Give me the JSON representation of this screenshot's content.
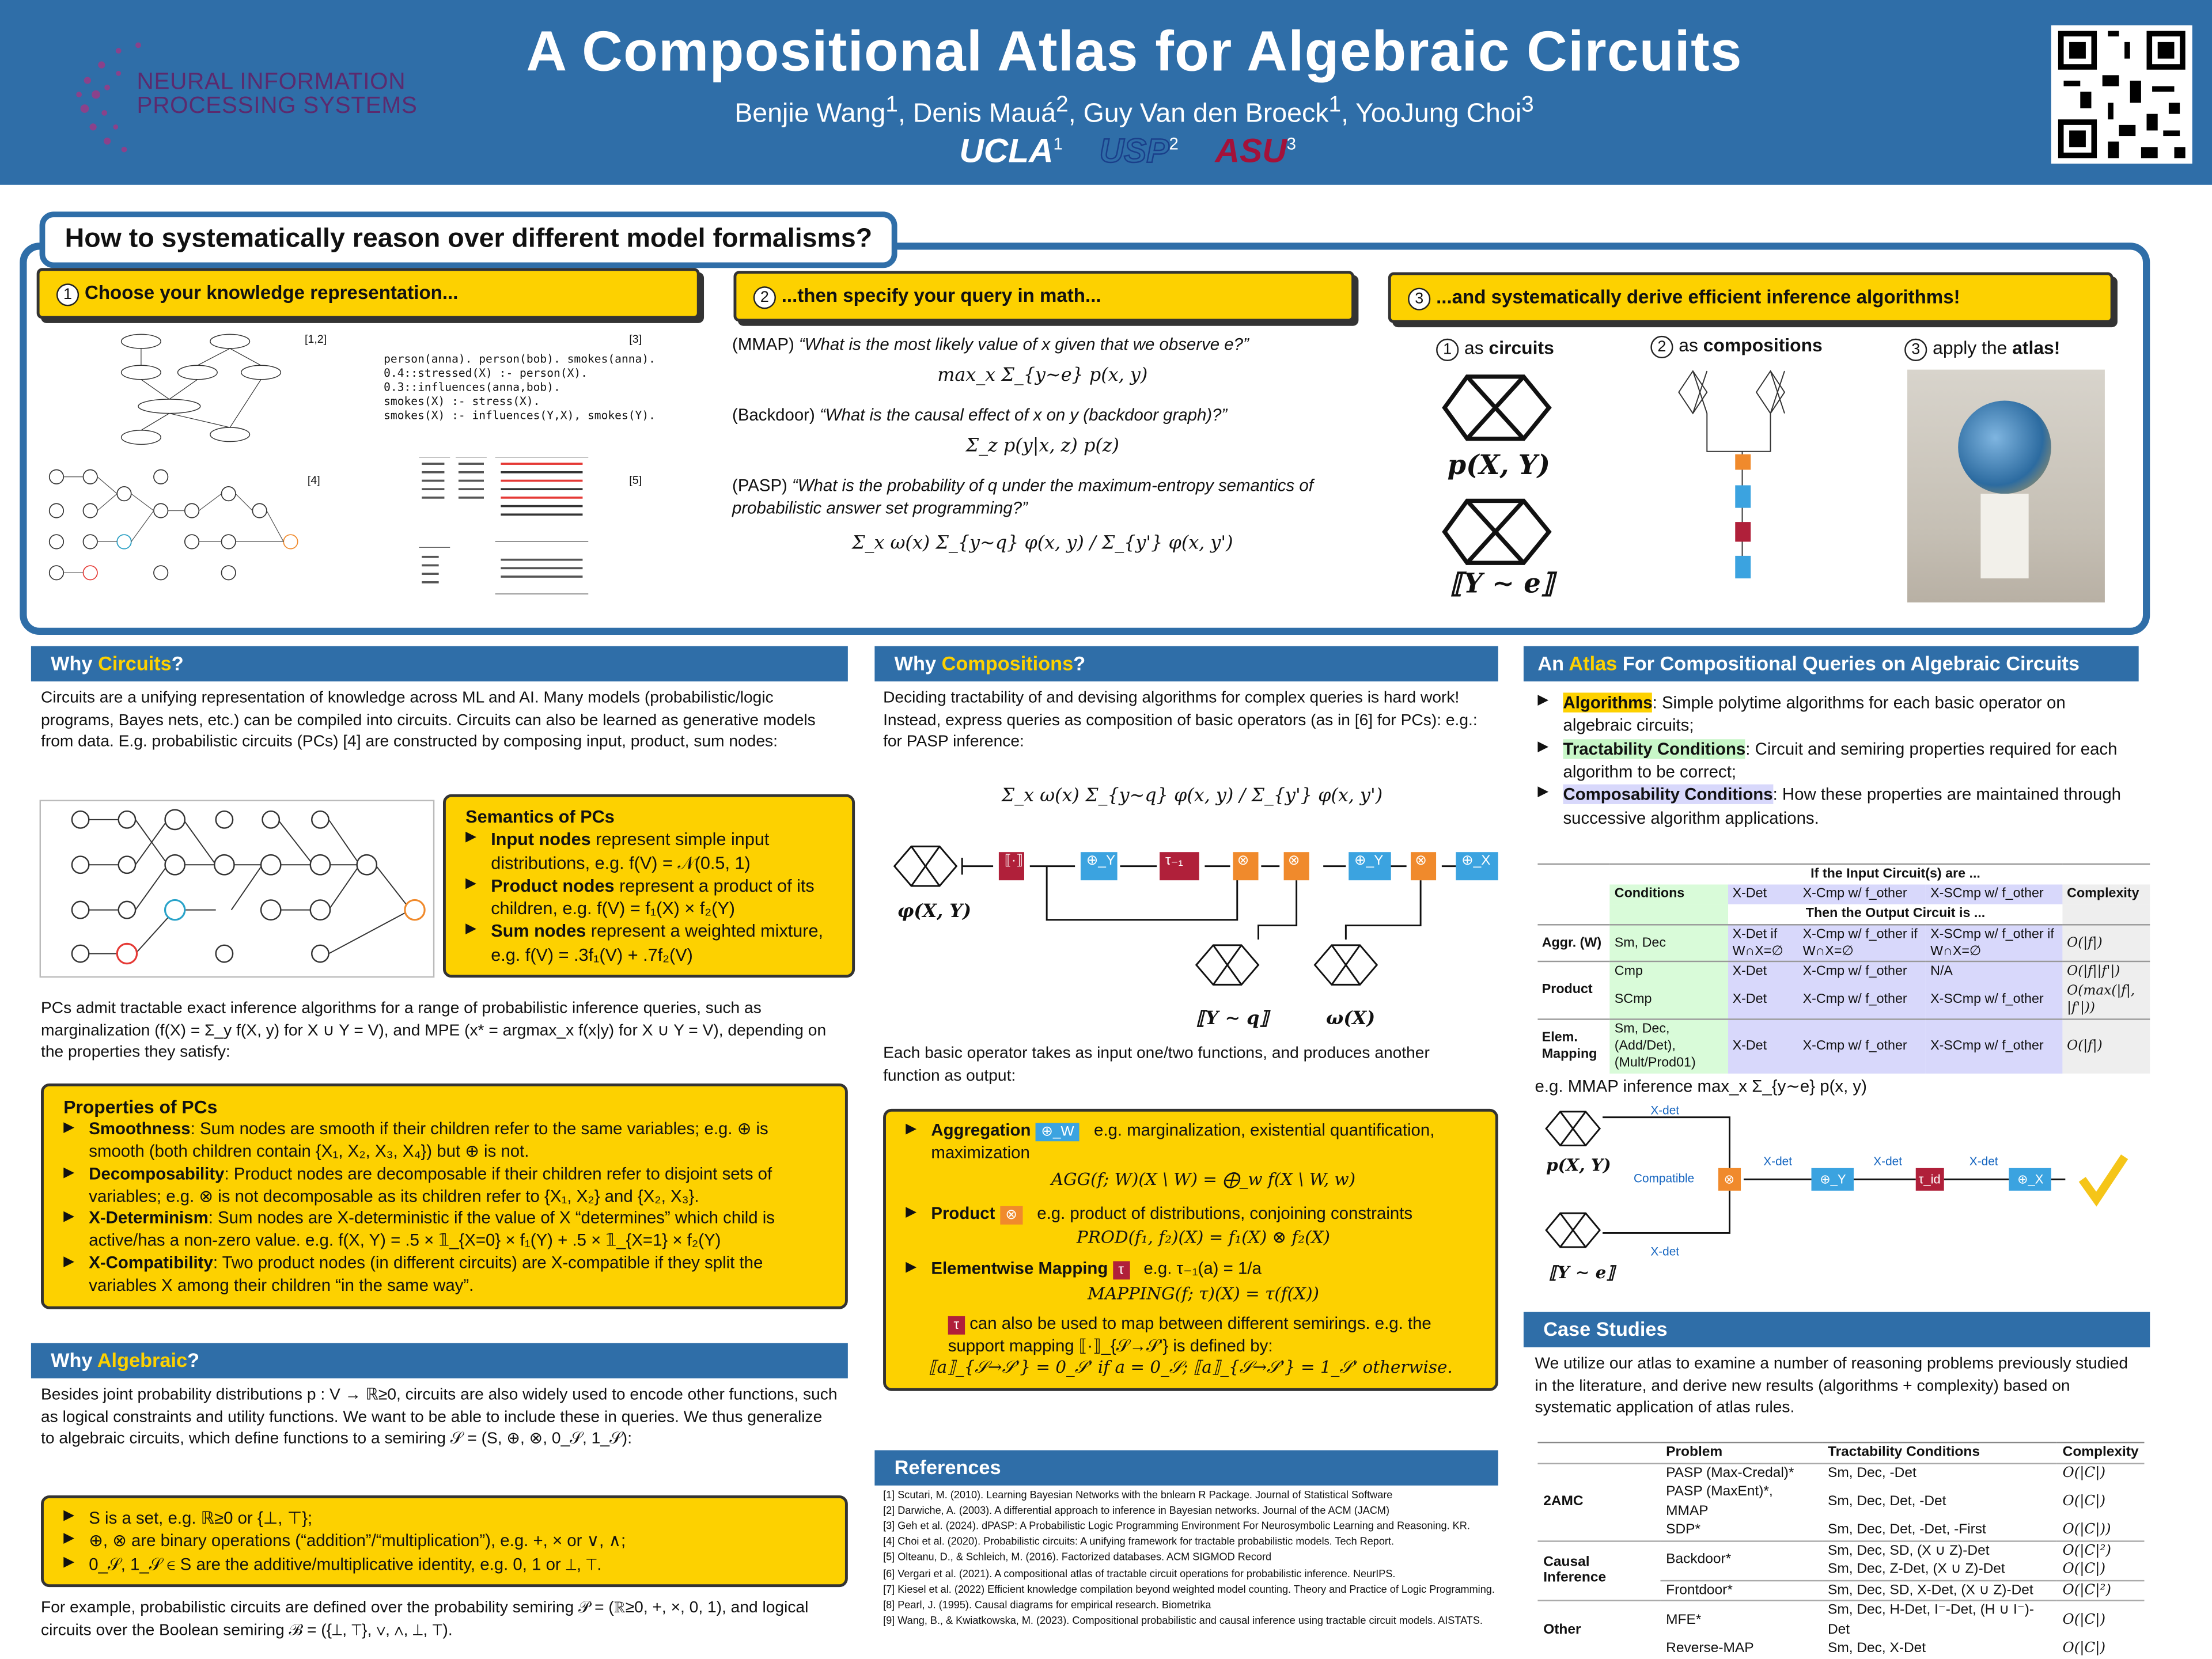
{
  "header": {
    "title": "A Compositional Atlas for Algebraic Circuits",
    "authors": [
      {
        "name": "Benjie Wang",
        "aff": "1"
      },
      {
        "name": "Denis Mauá",
        "aff": "2"
      },
      {
        "name": "Guy Van den Broeck",
        "aff": "1"
      },
      {
        "name": "YooJung Choi",
        "aff": "3"
      }
    ],
    "affiliations": [
      {
        "name": "UCLA",
        "num": "1"
      },
      {
        "name": "USP",
        "num": "2"
      },
      {
        "name": "ASU",
        "num": "3"
      }
    ],
    "conference_logo": "NEURAL INFORMATION PROCESSING SYSTEMS",
    "conference_line1": "NEURAL INFORMATION",
    "conference_line2": "PROCESSING SYSTEMS"
  },
  "top": {
    "question": "How to systematically reason over different model formalisms?",
    "steps": [
      {
        "n": "1",
        "label": "Choose your knowledge representation..."
      },
      {
        "n": "2",
        "label": "...then specify your query in math..."
      },
      {
        "n": "3",
        "label": "...and systematically derive efficient inference algorithms!"
      }
    ],
    "refs": [
      "[1,2]",
      "[3]",
      "[4]",
      "[5]"
    ],
    "program": [
      "person(anna). person(bob). smokes(anna).",
      "0.4::stressed(X) :- person(X).",
      "0.3::influences(anna,bob).",
      "smokes(X) :- stress(X).",
      "smokes(X) :- influences(Y,X), smokes(Y)."
    ],
    "queries": [
      {
        "tag": "(MMAP)",
        "text": "“What is the most likely value of x given that we observe e?”",
        "formula": "max_x Σ_{y∼e} p(x, y)"
      },
      {
        "tag": "(Backdoor)",
        "text": "“What is the causal effect of x on y (backdoor graph)?”",
        "formula": "Σ_z p(y|x, z) p(z)"
      },
      {
        "tag": "(PASP)",
        "text": "“What is the probability of q under the maximum-entropy semantics of probabilistic answer set programming?”",
        "formula": "Σ_x ω(x) Σ_{y∼q} φ(x, y) / Σ_{y'} φ(x, y')"
      }
    ],
    "derive": [
      {
        "n": "1",
        "label": "as circuits",
        "prefix": "as ",
        "bold": "circuits"
      },
      {
        "n": "2",
        "label": "as compositions",
        "prefix": "as ",
        "bold": "compositions"
      },
      {
        "n": "3",
        "label": "apply the atlas!",
        "prefix": "apply the ",
        "bold": "atlas!"
      }
    ],
    "circuit_labels": [
      "p(X, Y)",
      "⟦Y ∼ e⟧"
    ]
  },
  "why_circuits": {
    "title_a": "Why ",
    "title_b": "Circuits",
    "title_c": "?",
    "p1": "Circuits are a unifying representation of knowledge across ML and AI. Many models (probabilistic/logic programs, Bayes nets, etc.) can be compiled into circuits. Circuits can also be learned as generative models from data. E.g. probabilistic circuits (PCs) [4] are constructed by composing input, product, sum nodes:",
    "semantics_title": "Semantics of PCs",
    "semantics": [
      {
        "b": "Input nodes",
        "t": " represent simple input distributions, e.g. f(V) = 𝒩(0.5, 1)"
      },
      {
        "b": "Product nodes",
        "t": " represent a product of its children, e.g. f(V) = f₁(X) × f₂(Y)"
      },
      {
        "b": "Sum nodes",
        "t": " represent a weighted mixture, e.g. f(V) = .3f₁(V) + .7f₂(V)"
      }
    ],
    "p2": "PCs admit tractable exact inference algorithms for a range of probabilistic inference queries, such as marginalization (f(X) = Σ_y f(X, y) for X ∪ Y = V), and MPE (x* = argmax_x f(x|y) for X ∪ Y = V), depending on the properties they satisfy:",
    "props_title": "Properties of PCs",
    "props": [
      {
        "b": "Smoothness",
        "t": ": Sum nodes are smooth if their children refer to the same variables; e.g. ⊕ is smooth (both children contain {X₁, X₂, X₃, X₄}) but ⊕ is not."
      },
      {
        "b": "Decomposability",
        "t": ": Product nodes are decomposable if their children refer to disjoint sets of variables; e.g. ⊗ is not decomposable as its children refer to {X₁, X₂} and {X₂, X₃}."
      },
      {
        "b": "X-Determinism",
        "t": ": Sum nodes are X-deterministic if the value of X “determines” which child is active/has a non-zero value. e.g. f(X, Y) = .5 × 𝟙_{X=0} × f₁(Y) + .5 × 𝟙_{X=1} × f₂(Y)"
      },
      {
        "b": "X-Compatibility",
        "t": ": Two product nodes (in different circuits) are X-compatible if they split the variables X among their children “in the same way”."
      }
    ]
  },
  "why_algebraic": {
    "title_a": "Why ",
    "title_b": "Algebraic",
    "title_c": "?",
    "p1": "Besides joint probability distributions p : V → ℝ≥0, circuits are also widely used to encode other functions, such as logical constraints and utility functions. We want to be able to include these in queries. We thus generalize to algebraic circuits, which define functions to a semiring 𝒮 = (S, ⊕, ⊗, 0_𝒮, 1_𝒮):",
    "items": [
      "S is a set, e.g. ℝ≥0 or {⊥, ⊤};",
      "⊕, ⊗ are binary operations (“addition”/“multiplication”), e.g. +, × or ∨, ∧;",
      "0_𝒮, 1_𝒮 ∈ S are the additive/multiplicative identity, e.g. 0, 1 or ⊥, ⊤."
    ],
    "p2": "For example, probabilistic circuits are defined over the probability semiring 𝒫 = (ℝ≥0, +, ×, 0, 1), and logical circuits over the Boolean semiring ℬ = ({⊥, ⊤}, ∨, ∧, ⊥, ⊤)."
  },
  "why_compositions": {
    "title_a": "Why ",
    "title_b": "Compositions",
    "title_c": "?",
    "p1": "Deciding tractability of and devising algorithms for complex queries is hard work! Instead, express queries as composition of basic operators (as in [6] for PCs): e.g.: for PASP inference:",
    "formula": "Σ_x ω(x) Σ_{y∼q} φ(x, y) / Σ_{y'} φ(x, y')",
    "pipeline": [
      "⟦·⟧",
      "⊕_Y",
      "τ₋₁",
      "⊗",
      "⊗",
      "⊕_Y",
      "⊗",
      "⊕_X"
    ],
    "diagram_labels": [
      "φ(X, Y)",
      "⟦Y ∼ q⟧",
      "ω(X)"
    ],
    "p2": "Each basic operator takes as input one/two functions, and produces another function as output:",
    "ops": [
      {
        "name": "Aggregation",
        "badge": "⊕_W",
        "desc": "e.g. marginalization, existential quantification, maximization",
        "formula": "AGG(f; W)(X \\ W) = ⨁_w f(X \\ W, w)"
      },
      {
        "name": "Product",
        "badge": "⊗",
        "desc": "e.g. product of distributions, conjoining constraints",
        "formula": "PROD(f₁, f₂)(X) = f₁(X) ⊗ f₂(X)"
      },
      {
        "name": "Elementwise Mapping",
        "badge": "τ",
        "desc": "e.g. τ₋₁(a) = 1/a",
        "formula": "MAPPING(f; τ)(X) = τ(f(X))"
      }
    ],
    "support_note": "can also be used to map between different semirings. e.g. the support mapping ⟦·⟧_{𝒮→𝒮'} is defined by:",
    "support_formula": "⟦a⟧_{𝒮→𝒮'} = 0_𝒮' if a = 0_𝒮; ⟦a⟧_{𝒮→𝒮'} = 1_𝒮' otherwise."
  },
  "references": {
    "title": "References",
    "items": [
      "[1] Scutari, M. (2010). Learning Bayesian Networks with the bnlearn R Package. Journal of Statistical Software",
      "[2] Darwiche, A. (2003). A differential approach to inference in Bayesian networks. Journal of the ACM (JACM)",
      "[3] Geh et al. (2024). dPASP: A Probabilistic Logic Programming Environment For Neurosymbolic Learning and Reasoning. KR.",
      "[4] Choi et al. (2020). Probabilistic circuits: A unifying framework for tractable probabilistic models. Tech Report.",
      "[5] Olteanu, D., & Schleich, M. (2016). Factorized databases. ACM SIGMOD Record",
      "[6] Vergari et al. (2021). A compositional atlas of tractable circuit operations for probabilistic inference. NeurIPS.",
      "[7] Kiesel et al. (2022) Efficient knowledge compilation beyond weighted model counting. Theory and Practice of Logic Programming.",
      "[8] Pearl, J. (1995). Causal diagrams for empirical research. Biometrika",
      "[9] Wang, B., & Kwiatkowska, M. (2023). Compositional probabilistic and causal inference using tractable circuit models. AISTATS."
    ]
  },
  "atlas": {
    "title_a": "An ",
    "title_b": "Atlas",
    "title_c": " For Compositional Queries on Algebraic Circuits",
    "bullets": [
      {
        "b": "Algorithms",
        "t": ": Simple polytime algorithms for each basic operator on algebraic circuits;"
      },
      {
        "b": "Tractability Conditions",
        "t": ": Circuit and semiring properties required for each algorithm to be correct;"
      },
      {
        "b": "Composability Conditions",
        "t": ": How these properties are maintained through successive algorithm applications."
      }
    ],
    "table": {
      "input_header": "If the Input Circuit(s) are ...",
      "output_header": "Then the Output Circuit is ...",
      "cols": [
        "Conditions",
        "X-Det",
        "X-Cmp w/ f_other",
        "X-SCmp w/ f_other",
        "Complexity"
      ],
      "rows": [
        {
          "op": "Aggr. (W)",
          "cond": "Sm, Dec",
          "c1": "X-Det if W∩X=∅",
          "c2": "X-Cmp w/ f_other if W∩X=∅",
          "c3": "X-SCmp w/ f_other if W∩X=∅",
          "cx": "O(|f|)"
        },
        {
          "op": "Product",
          "cond": "Cmp",
          "c1": "X-Det",
          "c2": "X-Cmp w/ f_other",
          "c3": "N/A",
          "cx": "O(|f||f'|)"
        },
        {
          "op": "",
          "cond": "SCmp",
          "c1": "X-Det",
          "c2": "X-Cmp w/ f_other",
          "c3": "X-SCmp w/ f_other",
          "cx": "O(max(|f|, |f'|))"
        },
        {
          "op": "Elem. Mapping",
          "cond": "Sm, Dec, (Add/Det), (Mult/Prod01)",
          "c1": "X-Det",
          "c2": "X-Cmp w/ f_other",
          "c3": "X-SCmp w/ f_other",
          "cx": "O(|f|)"
        }
      ]
    },
    "example_label": "e.g. MMAP inference max_x Σ_{y∼e} p(x, y)",
    "example_labels": [
      "p(X, Y)",
      "⟦Y ∼ e⟧",
      "X-det",
      "Compatible",
      "X-det",
      "X-det",
      "X-det",
      "X-det"
    ],
    "example_ops": [
      "⊗",
      "⊕_Y",
      "τ_id",
      "⊕_X"
    ]
  },
  "case_studies": {
    "title": "Case Studies",
    "intro": "We utilize our atlas to examine a number of reasoning problems previously studied in the literature, and derive new results (algorithms + complexity) based on systematic application of atlas rules.",
    "cols": [
      "Problem",
      "Tractability Conditions",
      "Complexity"
    ],
    "rows": [
      {
        "group": "2AMC",
        "problem": "PASP (Max-Credal)*",
        "cond": "Sm, Dec, -Det",
        "cx": "O(|C|)"
      },
      {
        "group": "",
        "problem": "PASP (MaxEnt)*, MMAP",
        "cond": "Sm, Dec, Det, -Det",
        "cx": "O(|C|)"
      },
      {
        "group": "",
        "problem": "SDP*",
        "cond": "Sm, Dec, Det, -Det, -First",
        "cx": "O(|C|))"
      },
      {
        "group": "Causal Inference",
        "problem": "Backdoor*",
        "cond": "Sm, Dec, SD, (X ∪ Z)-Det",
        "cx": "O(|C|²)"
      },
      {
        "group": "",
        "problem": "",
        "cond": "Sm, Dec, Z-Det, (X ∪ Z)-Det",
        "cx": "O(|C|)"
      },
      {
        "group": "",
        "problem": "Frontdoor*",
        "cond": "Sm, Dec, SD, X-Det, (X ∪ Z)-Det",
        "cx": "O(|C|²)"
      },
      {
        "group": "Other",
        "problem": "MFE*",
        "cond": "Sm, Dec, H-Det, I⁻-Det, (H ∪ I⁻)-Det",
        "cx": "O(|C|)"
      },
      {
        "group": "",
        "problem": "Reverse-MAP",
        "cond": "Sm, Dec, X-Det",
        "cx": "O(|C|)"
      }
    ]
  },
  "colors": {
    "blue": "#2f6ea8",
    "yellow": "#fdd100",
    "op_blue": "#3ba3e0",
    "op_orange": "#f08a2c",
    "op_red": "#b0203a"
  }
}
